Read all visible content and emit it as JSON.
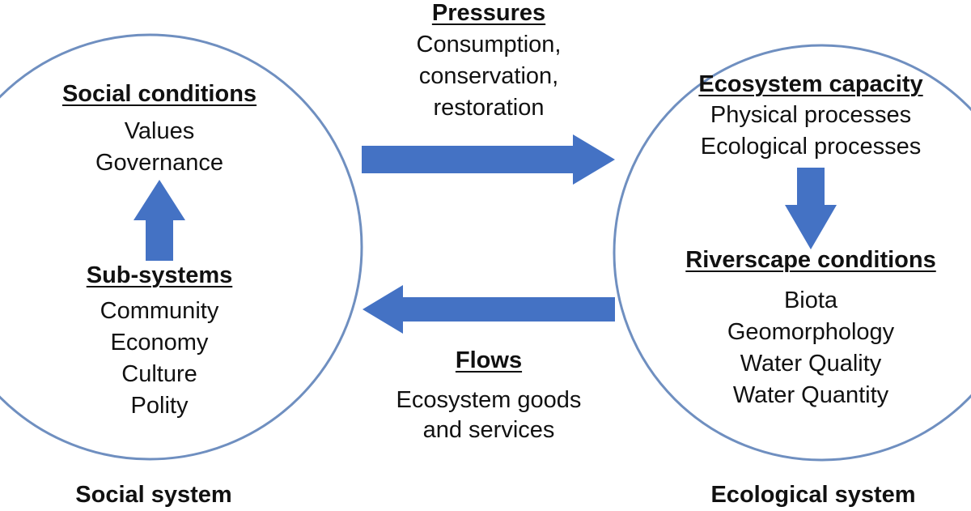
{
  "social": {
    "conditions_heading": "Social conditions",
    "conditions_items": [
      "Values",
      "Governance"
    ],
    "subsystems_heading": "Sub-systems",
    "subsystems_items": [
      "Community",
      "Economy",
      "Culture",
      "Polity"
    ],
    "label": "Social system"
  },
  "pressures": {
    "heading": "Pressures",
    "lines": [
      "Consumption,",
      "conservation,",
      "restoration"
    ]
  },
  "flows": {
    "heading": "Flows",
    "lines": [
      "Ecosystem goods",
      "and services"
    ]
  },
  "ecological": {
    "capacity_heading": "Ecosystem capacity",
    "capacity_items": [
      "Physical processes",
      "Ecological processes"
    ],
    "riverscape_heading": "Riverscape conditions",
    "riverscape_items": [
      "Biota",
      "Geomorphology",
      "Water Quality",
      "Water Quantity"
    ],
    "label": "Ecological system"
  },
  "colors": {
    "circle_stroke": "#6f8fc0",
    "arrow_fill": "#4472c4"
  }
}
